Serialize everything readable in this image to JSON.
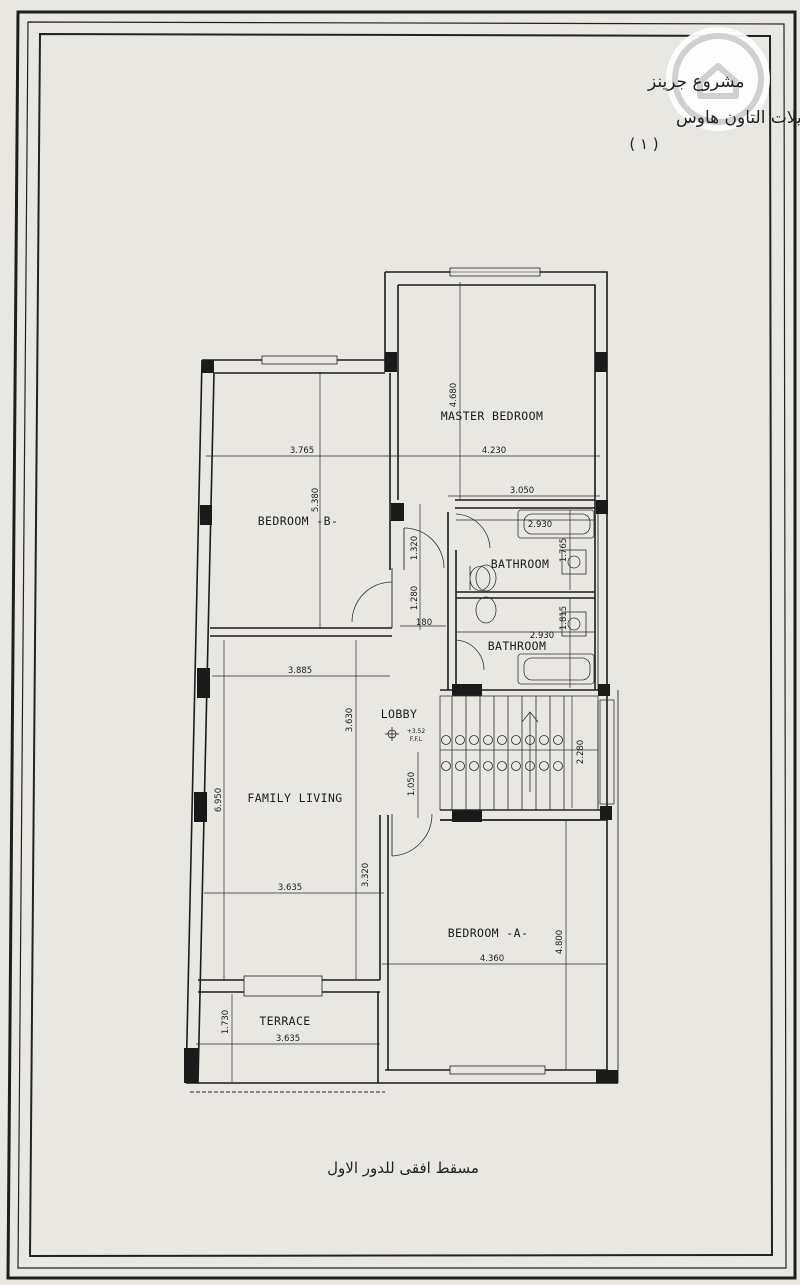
{
  "header": {
    "line1": "مشروع جرينز",
    "line2": "فيلات التاون هاوس",
    "line3": "( ١ )"
  },
  "caption": "مسقط افقى للدور الاول",
  "rooms": {
    "master_bedroom": "MASTER BEDROOM",
    "bedroom_b": "BEDROOM -B-",
    "bathroom_1": "BATHROOM",
    "bathroom_2": "BATHROOM",
    "lobby": "LOBBY",
    "family_living": "FAMILY LIVING",
    "bedroom_a": "BEDROOM -A-",
    "terrace": "TERRACE"
  },
  "dimensions": {
    "master_height": "4.680",
    "master_width": "4.230",
    "bedroom_b_width": "3.765",
    "bedroom_b_height": "5.380",
    "bath_span": "3.050",
    "bath1_width": "2.930",
    "bath1_depth": "1.765",
    "bath2_width": "2.930",
    "bath2_depth": "1.815",
    "corr_a": "1.320",
    "corr_b": "1.280",
    "corr_c": "180",
    "living_width_top": "3.885",
    "living_height_top": "3.630",
    "living_height_total": "6.950",
    "lobby_door": "1.050",
    "living_width_bottom": "3.635",
    "living_height_bottom": "3.320",
    "stair": "2.280",
    "bedroom_a_width": "4.360",
    "bedroom_a_height": "4.800",
    "terrace_width": "3.635",
    "terrace_depth": "1.730",
    "level": "+3.52",
    "level_label": "F.F.L"
  }
}
